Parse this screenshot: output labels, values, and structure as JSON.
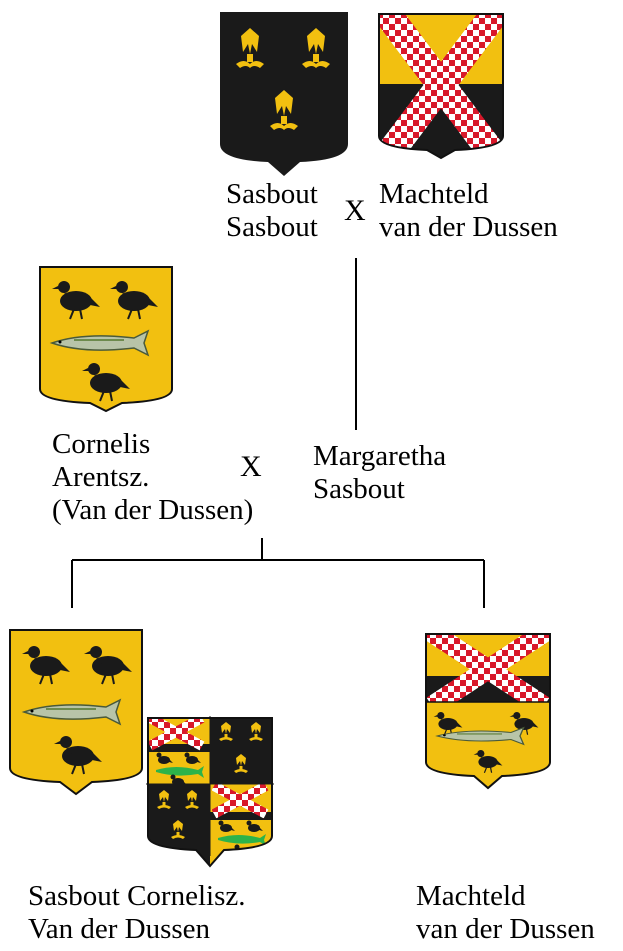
{
  "couple_top": {
    "husband": {
      "line1": "Sasbout",
      "line2": "Sasbout"
    },
    "marriage_mark": "X",
    "wife": {
      "line1": "Machteld",
      "line2": "van der Dussen"
    }
  },
  "couple_middle": {
    "husband": {
      "line1": "Cornelis",
      "line2": "Arentsz.",
      "line3": "(Van der Dussen)"
    },
    "marriage_mark": "X",
    "wife": {
      "line1": "Margaretha",
      "line2": "Sasbout"
    }
  },
  "children": [
    {
      "line1": "Sasbout Cornelisz.",
      "line2": "Van der Dussen"
    },
    {
      "line1": "Machteld",
      "line2": "van der Dussen"
    }
  ],
  "colors": {
    "gold": "#f2c010",
    "black": "#1a1a1a",
    "check_red": "#d8182a",
    "check_white": "#ffffff",
    "fish": "#b8c4a8",
    "line": "#000000"
  },
  "icons": [
    "shield-sasbout",
    "shield-van-der-dussen-old",
    "shield-cornelis",
    "shield-quartered",
    "shield-machteld"
  ]
}
